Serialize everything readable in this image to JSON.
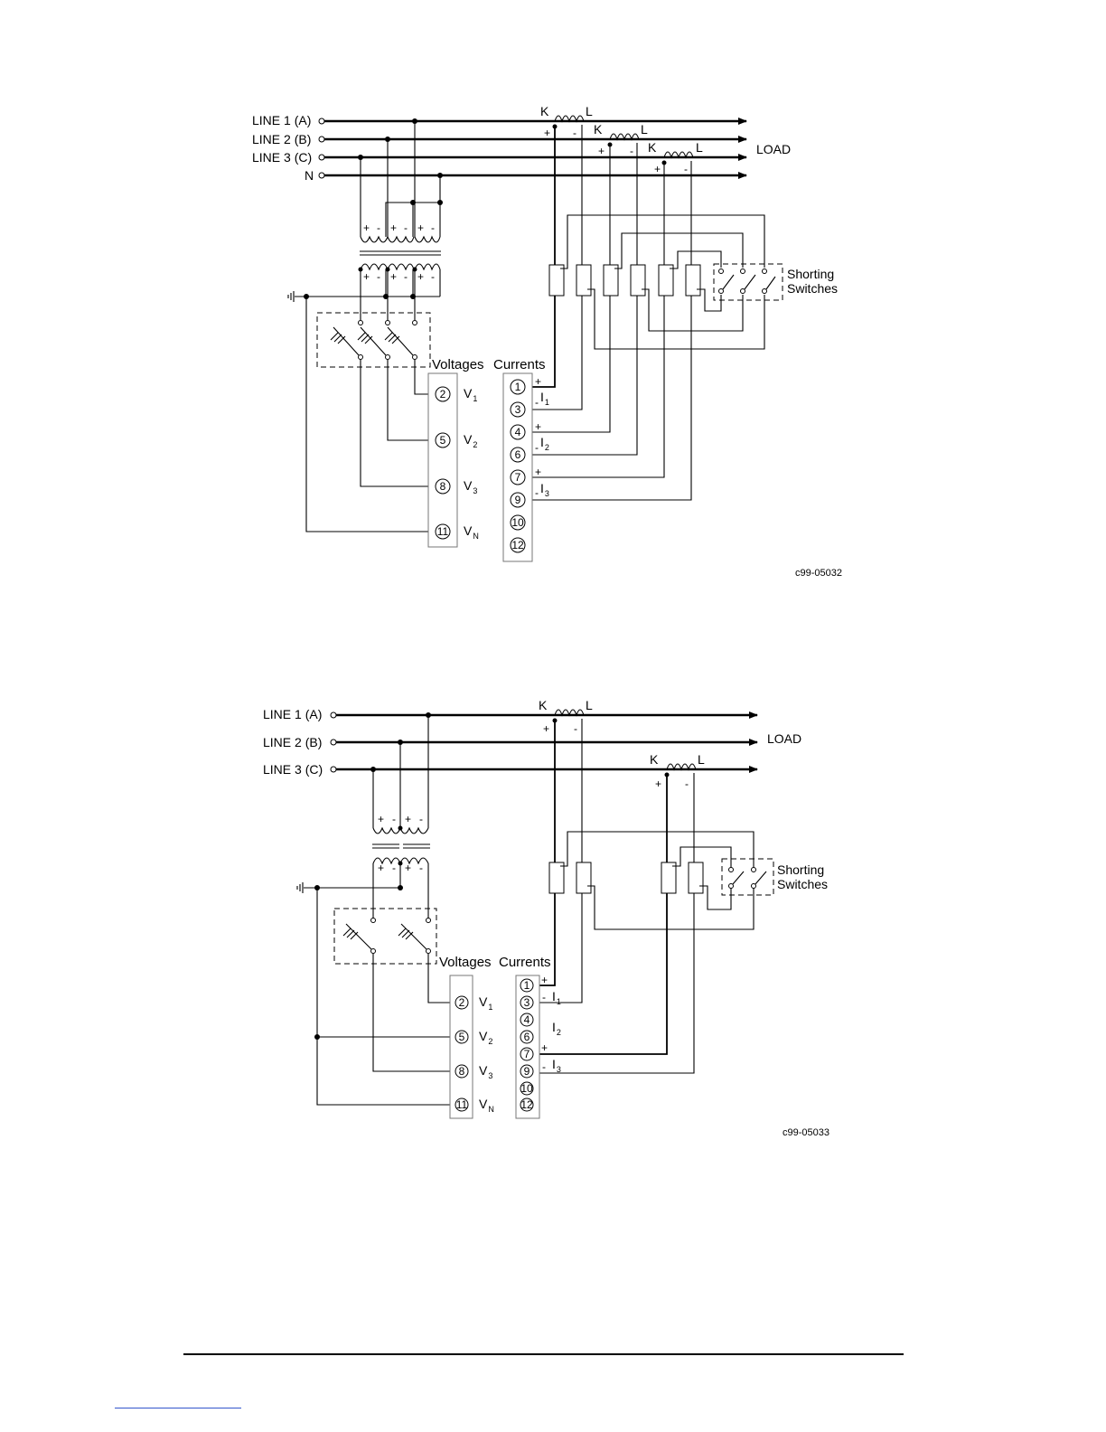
{
  "diagram1": {
    "lines": [
      "LINE 1  (A)",
      "LINE 2  (B)",
      "LINE 3  (C)",
      "N"
    ],
    "load": "LOAD",
    "ct_k": "K",
    "ct_l": "L",
    "plus": "+",
    "minus": "-",
    "shorting": [
      "Shorting",
      "Switches"
    ],
    "voltages_title": "Voltages",
    "currents_title": "Currents",
    "voltage_terminals": [
      "2",
      "5",
      "8",
      "11"
    ],
    "voltage_labels": [
      {
        "main": "V",
        "sub": "1"
      },
      {
        "main": "V",
        "sub": "2"
      },
      {
        "main": "V",
        "sub": "3"
      },
      {
        "main": "V",
        "sub": "N"
      }
    ],
    "current_terminals": [
      "1",
      "3",
      "4",
      "6",
      "7",
      "9",
      "10",
      "12"
    ],
    "current_labels": [
      {
        "main": "I",
        "sub": "1"
      },
      {
        "main": "I",
        "sub": "2"
      },
      {
        "main": "I",
        "sub": "3"
      }
    ],
    "ref": "c99-05032"
  },
  "diagram2": {
    "lines": [
      "LINE 1  (A)",
      "LINE 2  (B)",
      "LINE 3  (C)"
    ],
    "load": "LOAD",
    "ct_k": "K",
    "ct_l": "L",
    "plus": "+",
    "minus": "-",
    "shorting": [
      "Shorting",
      "Switches"
    ],
    "voltages_title": "Voltages",
    "currents_title": "Currents",
    "voltage_terminals": [
      "2",
      "5",
      "8",
      "11"
    ],
    "voltage_labels": [
      {
        "main": "V",
        "sub": "1"
      },
      {
        "main": "V",
        "sub": "2"
      },
      {
        "main": "V",
        "sub": "3"
      },
      {
        "main": "V",
        "sub": "N"
      }
    ],
    "current_terminals": [
      "1",
      "3",
      "4",
      "6",
      "7",
      "9",
      "10",
      "12"
    ],
    "current_labels": [
      {
        "main": "I",
        "sub": "1"
      },
      {
        "main": "I",
        "sub": "2"
      },
      {
        "main": "I",
        "sub": "3"
      }
    ],
    "ref": "c99-05033"
  }
}
